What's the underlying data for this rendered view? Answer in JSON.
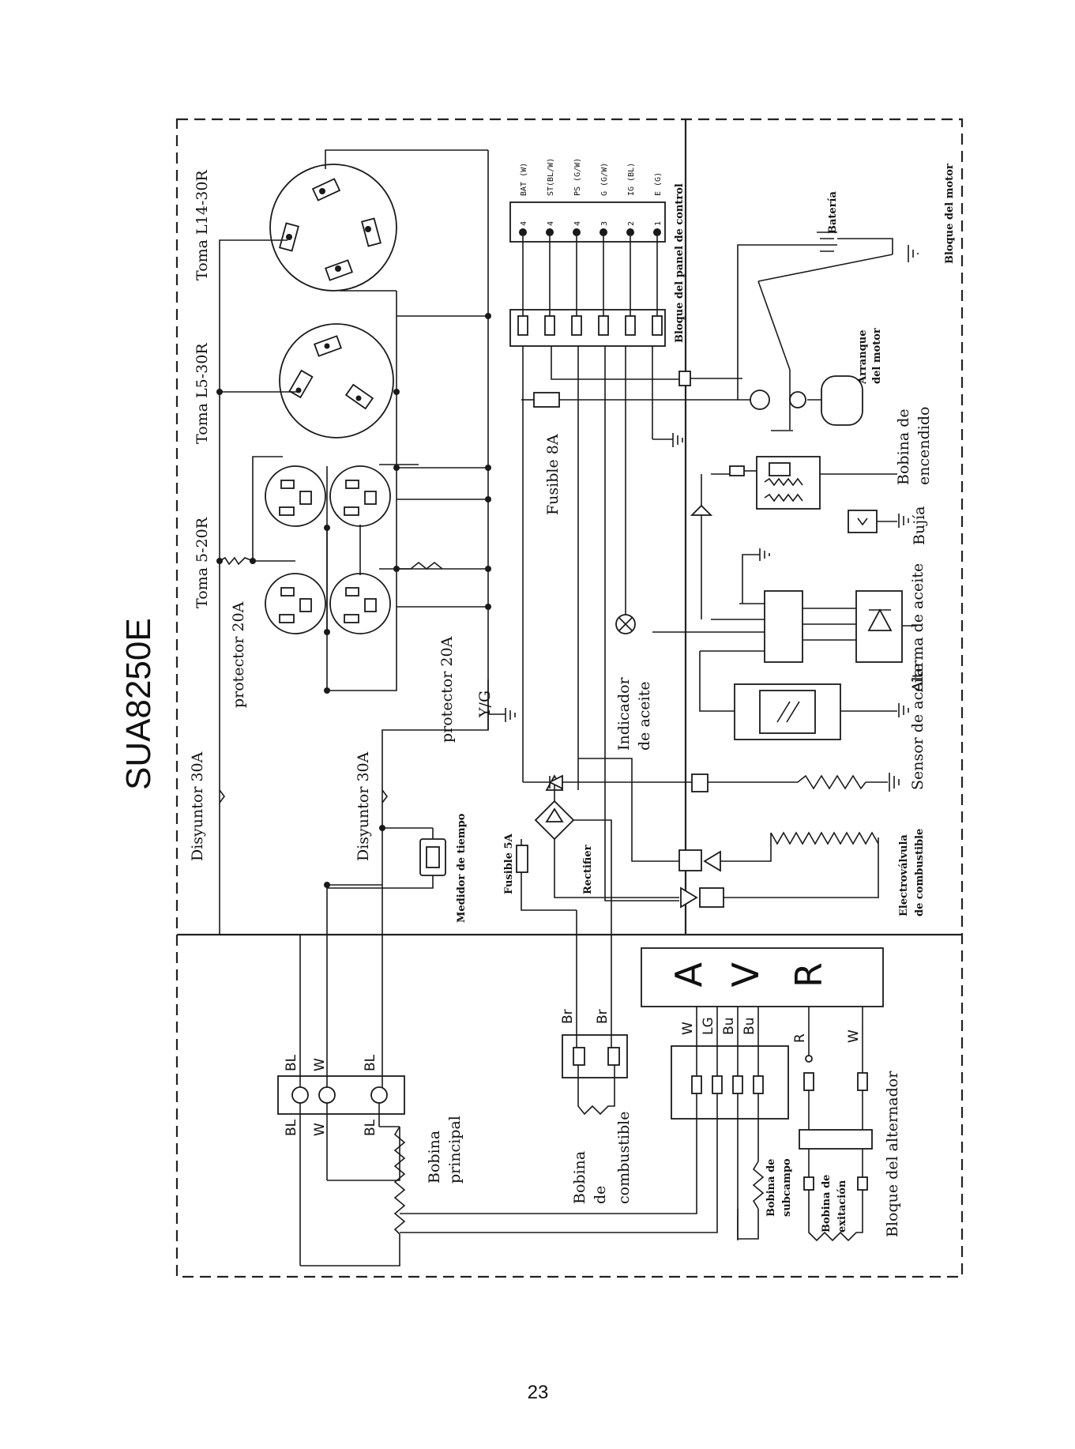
{
  "title": "SUA8250E",
  "page_number": "23",
  "labels": {
    "toma_l14": "Toma L14-30R",
    "toma_l5": "Toma L5-30R",
    "toma_520": "Toma 5-20R",
    "protector_top": "protector 20A",
    "protector_bottom": "protector 20A",
    "disyuntor_top": "Disyuntor 30A",
    "disyuntor_bottom": "Disyuntor 30A",
    "medidor": "Medidor de tiempo",
    "yg": "Y/G",
    "fusible_5a": "Fusible 5A",
    "rectifier": "Rectifier",
    "fusible_8a": "Fusible 8A",
    "indicador_1": "Indicador",
    "indicador_2": "de aceite",
    "panel_block": "Bloque del panel de control",
    "motor_block": "Bloque del motor",
    "bateria": "Batería",
    "arranque_1": "Arranque",
    "arranque_2": "del motor",
    "bobina_enc_1": "Bobina de",
    "bobina_enc_2": "encendido",
    "bujia": "Bujía",
    "alarma": "Alarma de aceite",
    "sensor": "Sensor de aceite",
    "electro_1": "Electroválvula",
    "electro_2": "de combustible",
    "bobina_principal_1": "Bobina",
    "bobina_principal_2": "principal",
    "bobina_comb_1": "Bobina",
    "bobina_comb_2": "de",
    "bobina_comb_3": "combustible",
    "bobina_sub_1": "Bobina de",
    "bobina_sub_2": "subcampo",
    "bobina_exc_1": "Bobina de",
    "bobina_exc_2": "exitación",
    "alt_block": "Bloque del alternador"
  },
  "panel_terminals": [
    {
      "label": "BAT (W)",
      "pin": "4"
    },
    {
      "label": "ST(BL/W)",
      "pin": "4"
    },
    {
      "label": "PS (G/W)",
      "pin": "4"
    },
    {
      "label": "G (G/W)",
      "pin": "3"
    },
    {
      "label": "IG (BL)",
      "pin": "2"
    },
    {
      "label": "E (G)",
      "pin": "1"
    }
  ],
  "wire_codes": {
    "main_top": [
      "BL",
      "W",
      "BL"
    ],
    "main_bottom": [
      "BL",
      "W",
      "BL"
    ],
    "fuel": [
      "Br",
      "Br"
    ],
    "avr": [
      "W",
      "LG",
      "Bu",
      "Bu",
      "R",
      "W"
    ]
  },
  "avr_symbols": [
    "A",
    "V",
    "R"
  ]
}
